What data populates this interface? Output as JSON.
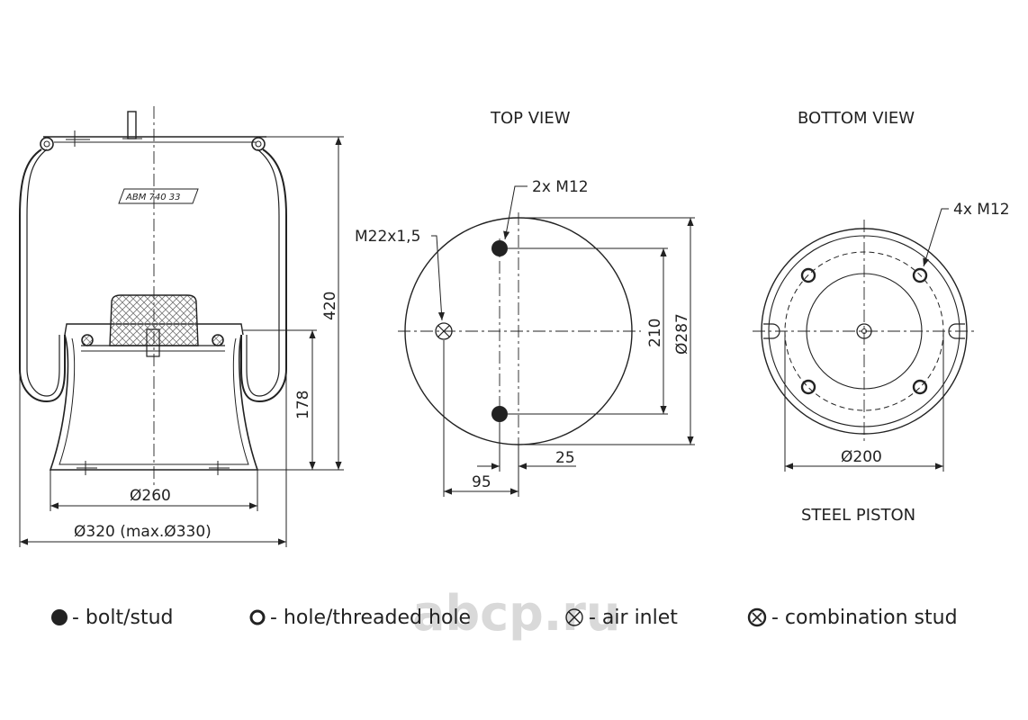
{
  "side_view": {
    "part_label": "ABM 740 33",
    "dim_height": "420",
    "dim_piston_height": "178",
    "dim_base_diameter": "Ø260",
    "dim_max_diameter": "Ø320 (max.Ø330)"
  },
  "top_view": {
    "title": "TOP VIEW",
    "callout_studs": "2x M12",
    "callout_inlet": "M22x1,5",
    "dim_stud_spacing": "210",
    "dim_diameter": "Ø287",
    "dim_offset_small": "25",
    "dim_offset_large": "95"
  },
  "bottom_view": {
    "title": "BOTTOM VIEW",
    "callout_holes": "4x M12",
    "dim_diameter": "Ø200",
    "caption": "STEEL PISTON"
  },
  "legend": {
    "bolt": "- bolt/stud",
    "hole": "- hole/threaded hole",
    "inlet": "- air inlet",
    "combination": "- combination stud"
  },
  "watermark": "abcp.ru",
  "colors": {
    "line": "#222222",
    "hatch": "#888888",
    "watermark": "#d9d9d9"
  }
}
